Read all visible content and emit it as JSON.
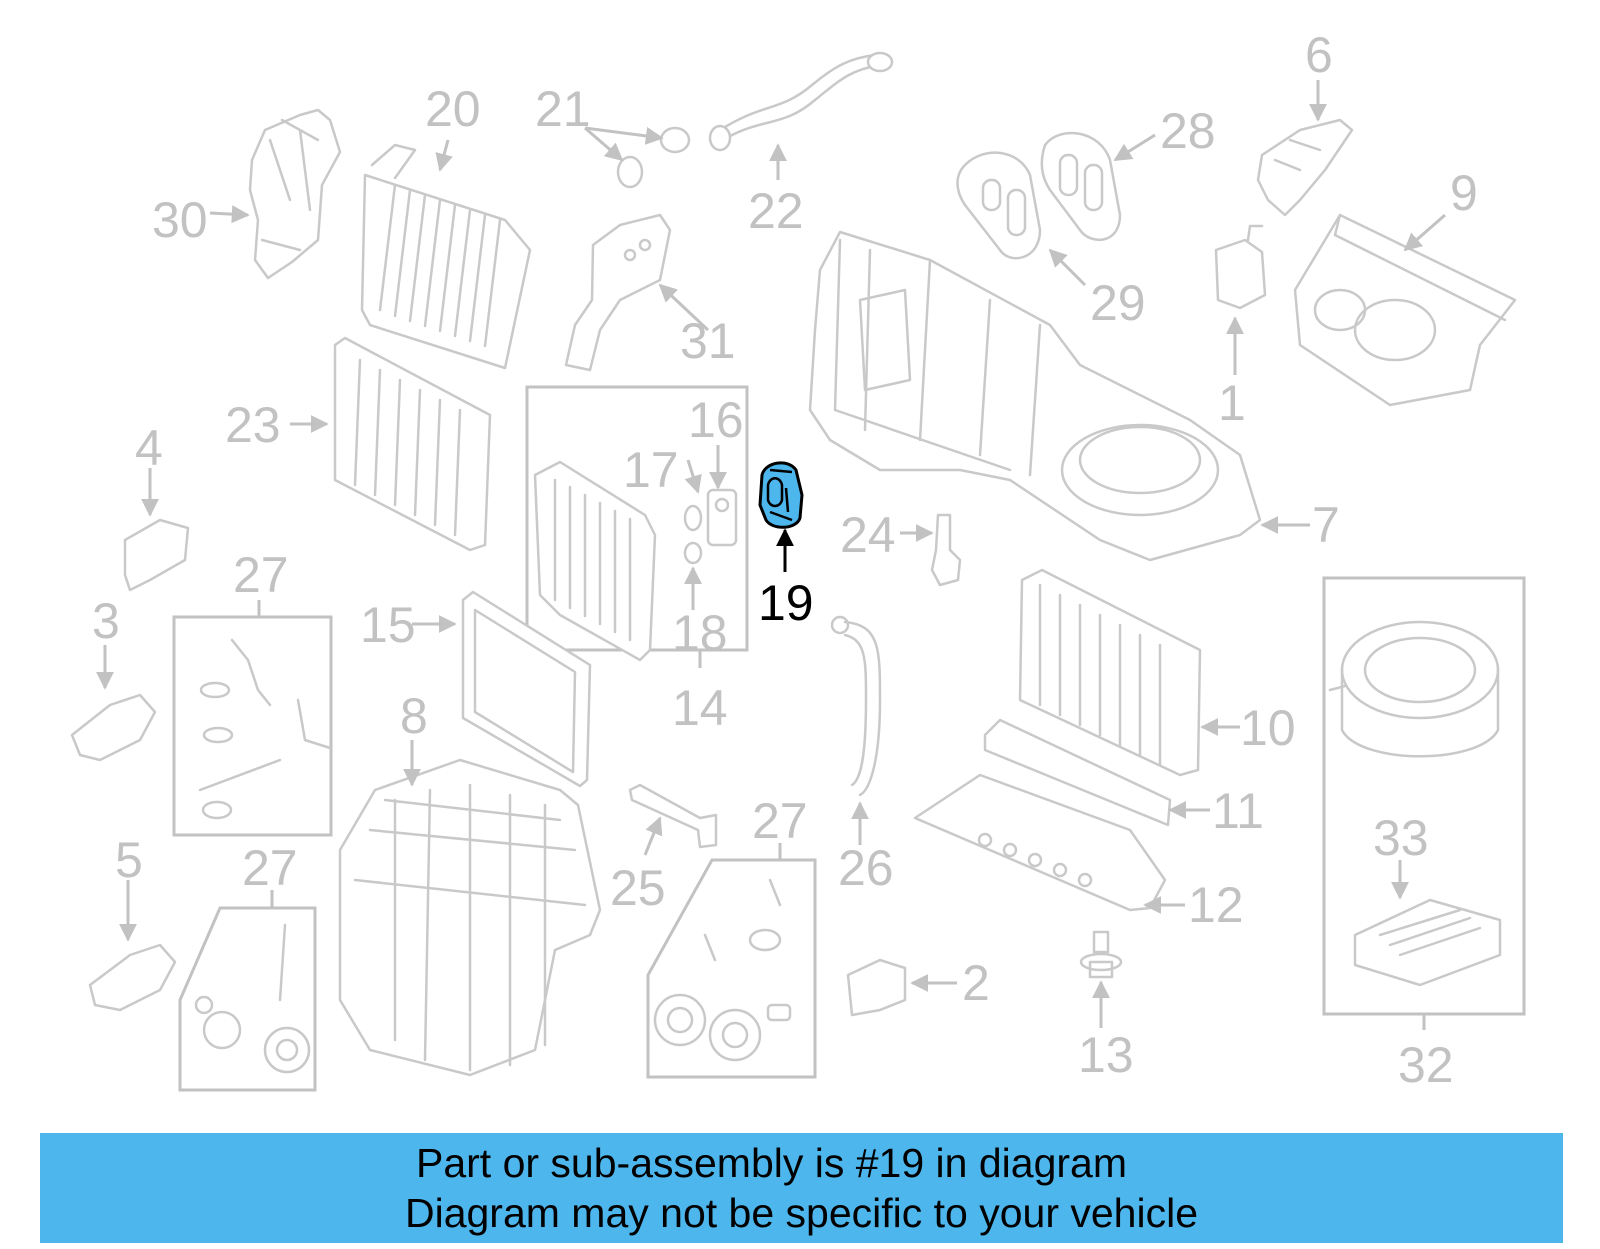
{
  "diagram": {
    "callouts": [
      "1",
      "2",
      "3",
      "4",
      "5",
      "6",
      "7",
      "8",
      "9",
      "10",
      "11",
      "12",
      "13",
      "14",
      "15",
      "16",
      "17",
      "18",
      "20",
      "21",
      "22",
      "23",
      "24",
      "25",
      "26",
      "27",
      "28",
      "29",
      "30",
      "31",
      "32",
      "33"
    ],
    "callout_27_label": "27",
    "highlight": {
      "label": "19",
      "color": "#4db6ec"
    }
  },
  "banner": {
    "line1": "Part or sub-assembly is #19 in diagram",
    "line2": "Diagram may not be specific to your vehicle",
    "background": "#4db6ec"
  }
}
